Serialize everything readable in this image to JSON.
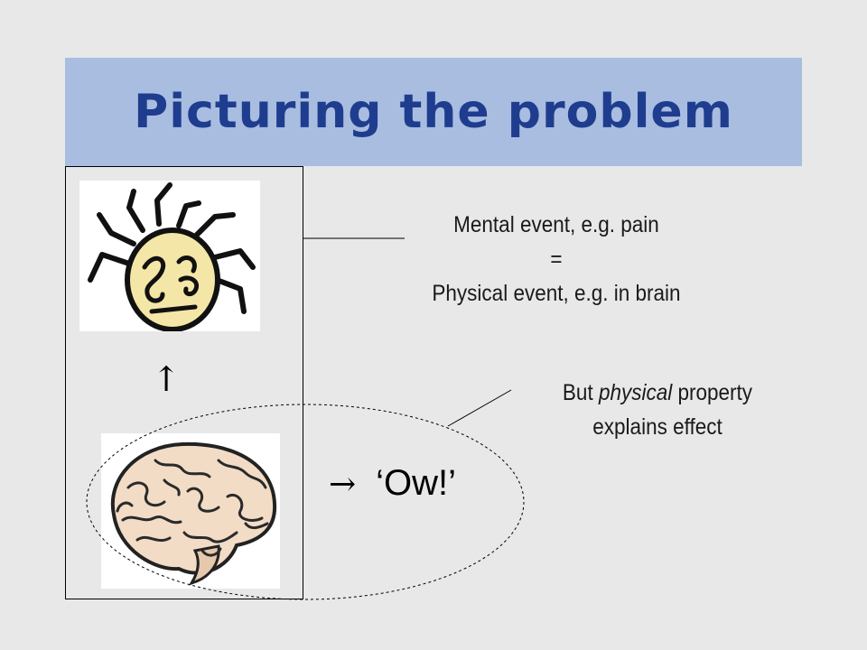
{
  "slide": {
    "title": "Picturing the problem",
    "up_arrow": "↑",
    "mental_line1": "Mental event, e.g. pain",
    "mental_line2": "=",
    "mental_line3": "Physical event, e.g. in brain",
    "but_prefix": "But ",
    "but_italic": "physical",
    "but_suffix": " property",
    "but_line2": "explains effect",
    "ow_arrow": "→",
    "ow_text": "‘Ow!’"
  },
  "colors": {
    "background": "#e8e8e8",
    "title_band": "#a9bde0",
    "title_text": "#1f3d8f"
  },
  "icons": [
    "face-icon",
    "brain-icon"
  ]
}
